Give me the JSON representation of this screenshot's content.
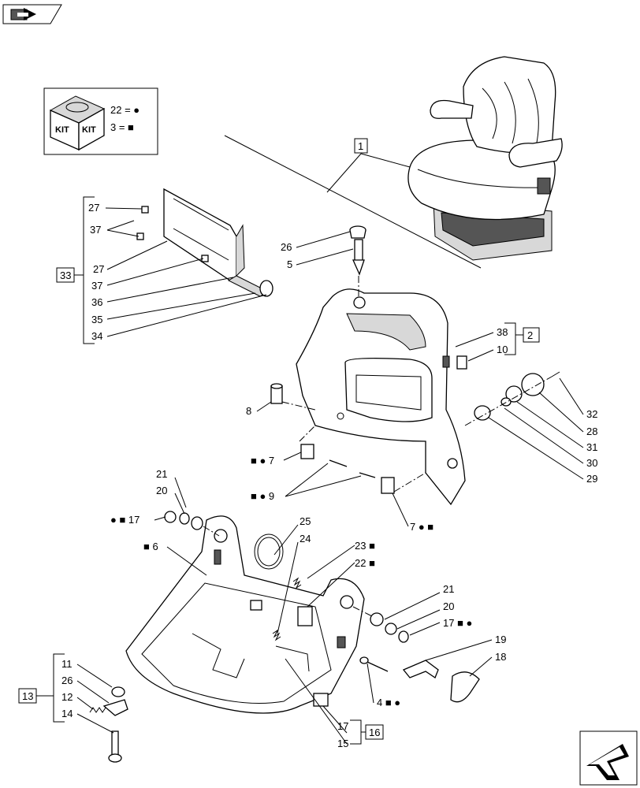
{
  "colors": {
    "ink": "#000000",
    "background": "#ffffff",
    "shade": "#d8d8d8"
  },
  "header": {
    "icon": "book-arrow-icon"
  },
  "kit_legend": {
    "box_labels": [
      "KIT",
      "KIT"
    ],
    "line1": "22 = ●",
    "line2": "3 = ■"
  },
  "callouts": {
    "c1": "1",
    "c2": "2",
    "c13": "13",
    "c16": "16",
    "c33": "33",
    "n26a": "26",
    "n5": "5",
    "n27a": "27",
    "n37a": "37",
    "n27b": "27",
    "n37b": "37",
    "n36": "36",
    "n35": "35",
    "n34": "34",
    "n38": "38",
    "n10": "10",
    "n8": "8",
    "n7a": "■ ● 7",
    "n9a": "■ ● 9",
    "n7b": "7 ● ■",
    "n32": "32",
    "n28": "28",
    "n31": "31",
    "n30": "30",
    "n29": "29",
    "n21a": "21",
    "n20a": "20",
    "n17a": "● ■ 17",
    "n6": "■ 6",
    "n25": "25",
    "n24": "24",
    "n23": "23 ■",
    "n22": "22 ■",
    "n21b": "21",
    "n20b": "20",
    "n17b": "17 ■ ●",
    "n19": "19",
    "n18": "18",
    "n11": "11",
    "n26b": "26",
    "n12": "12",
    "n14": "14",
    "n4": "4 ■ ●",
    "n17c": "17",
    "n15": "15"
  },
  "footer": {
    "icon": "next-page-arrow-icon"
  }
}
